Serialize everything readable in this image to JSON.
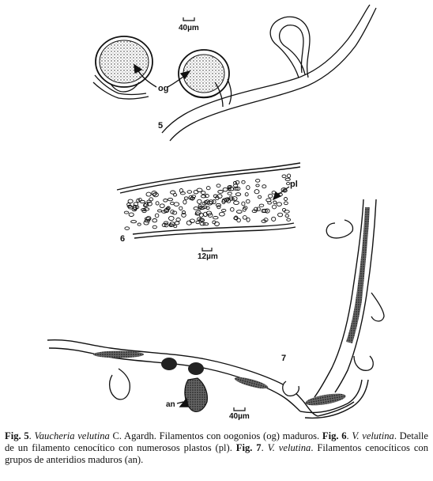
{
  "figure": {
    "fig5": {
      "panel_number": "5",
      "scale_label": "40µm",
      "annotation": "og"
    },
    "fig6": {
      "panel_number": "6",
      "scale_label": "12µm",
      "annotation": "pl"
    },
    "fig7": {
      "panel_number": "7",
      "scale_label": "40µm",
      "annotation": "an"
    }
  },
  "caption": {
    "fig5_label": "Fig. 5",
    "fig5_species": "Vaucheria velutina",
    "fig5_text": " C. Agardh. Filamentos con oogonios (og) maduros. ",
    "fig6_label": "Fig. 6",
    "fig6_species": "V. velutina",
    "fig6_text": ". Detalle de un filamento cenocítico con numerosos plastos (pl). ",
    "fig7_label": "Fig. 7",
    "fig7_species": "V. velutina",
    "fig7_text": ". Filamentos cenocíticos con grupos de anteridios maduros (an)."
  }
}
